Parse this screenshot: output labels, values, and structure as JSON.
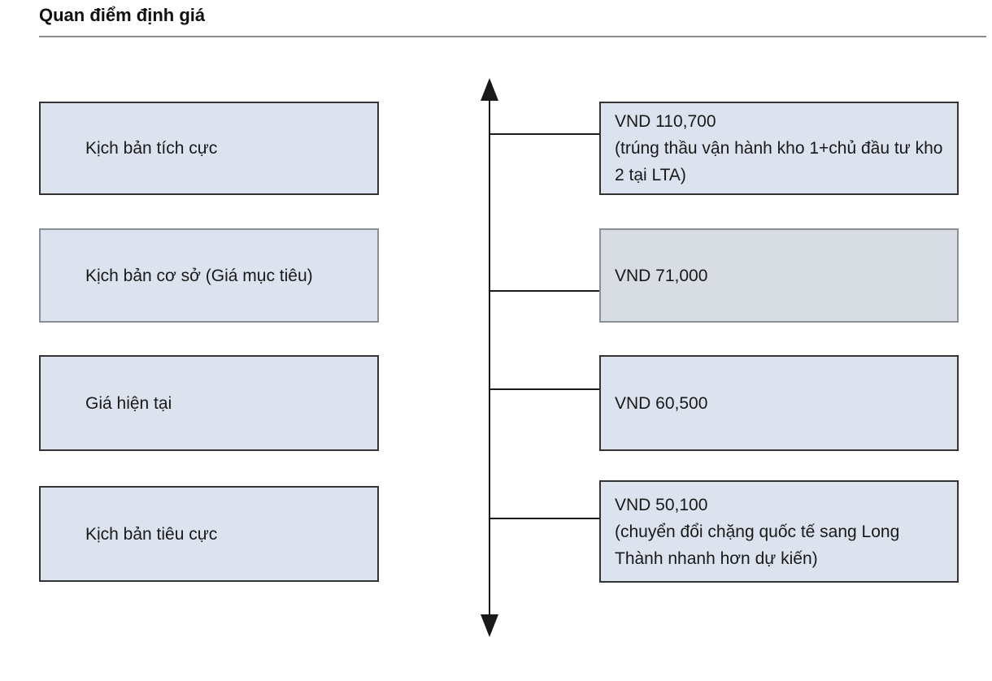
{
  "title": "Quan điểm định giá",
  "colors": {
    "box_fill": "#dce3ee",
    "box_fill_highlight": "#d8dde4",
    "box_border_dark": "#333333",
    "box_border_gray": "#8a8f97",
    "axis_arrow": "#1a1a1a",
    "title_rule": "#8c8c8c",
    "text": "#191919"
  },
  "axis": {
    "type": "vertical-double-arrow",
    "meaning": "price scale (higher = higher price)"
  },
  "rows": [
    {
      "scenario": "Kịch bản tích cực",
      "price": "VND 110,700",
      "note": "(trúng thầu vận hành kho 1+chủ đầu tư kho 2 tại LTA)",
      "value_vnd": 110700,
      "emphasis": false
    },
    {
      "scenario": "Kịch bản cơ sở (Giá mục tiêu)",
      "price": "VND 71,000",
      "note": "",
      "value_vnd": 71000,
      "emphasis": true
    },
    {
      "scenario": "Giá hiện tại",
      "price": "VND 60,500",
      "note": "",
      "value_vnd": 60500,
      "emphasis": false
    },
    {
      "scenario": "Kịch bản tiêu cực",
      "price": "VND 50,100",
      "note": "(chuyển đổi chặng quốc tế sang Long Thành nhanh hơn dự kiến)",
      "value_vnd": 50100,
      "emphasis": false
    }
  ]
}
